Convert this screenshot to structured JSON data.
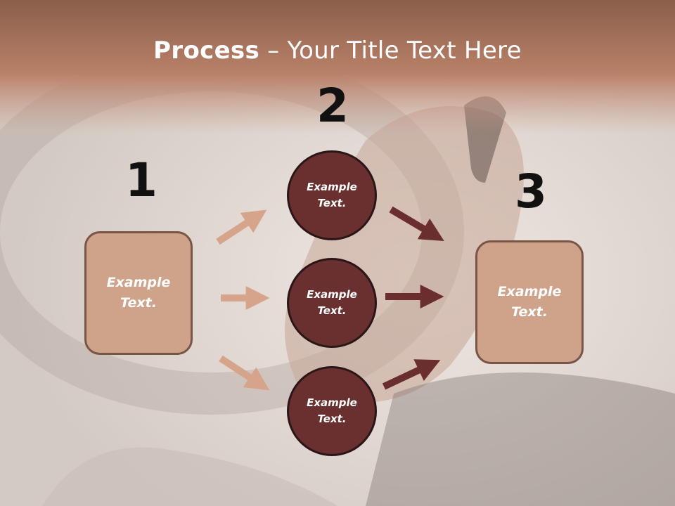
{
  "slide": {
    "title_bold": "Process",
    "title_rest": " – Your Title Text Here"
  },
  "steps": {
    "n1": "1",
    "n2": "2",
    "n3": "3"
  },
  "left_box": {
    "text": "Example\nText."
  },
  "right_box": {
    "text": "Example\nText."
  },
  "circles": [
    {
      "text": "Example\nText."
    },
    {
      "text": "Example\nText."
    },
    {
      "text": "Example\nText."
    }
  ],
  "colors": {
    "box_fill": "#cfa28a",
    "circle_fill": "#6a2f2f",
    "light_arrow": "#d6a48a",
    "dark_arrow": "#6b2e2e",
    "header_band": "#b77f67"
  }
}
